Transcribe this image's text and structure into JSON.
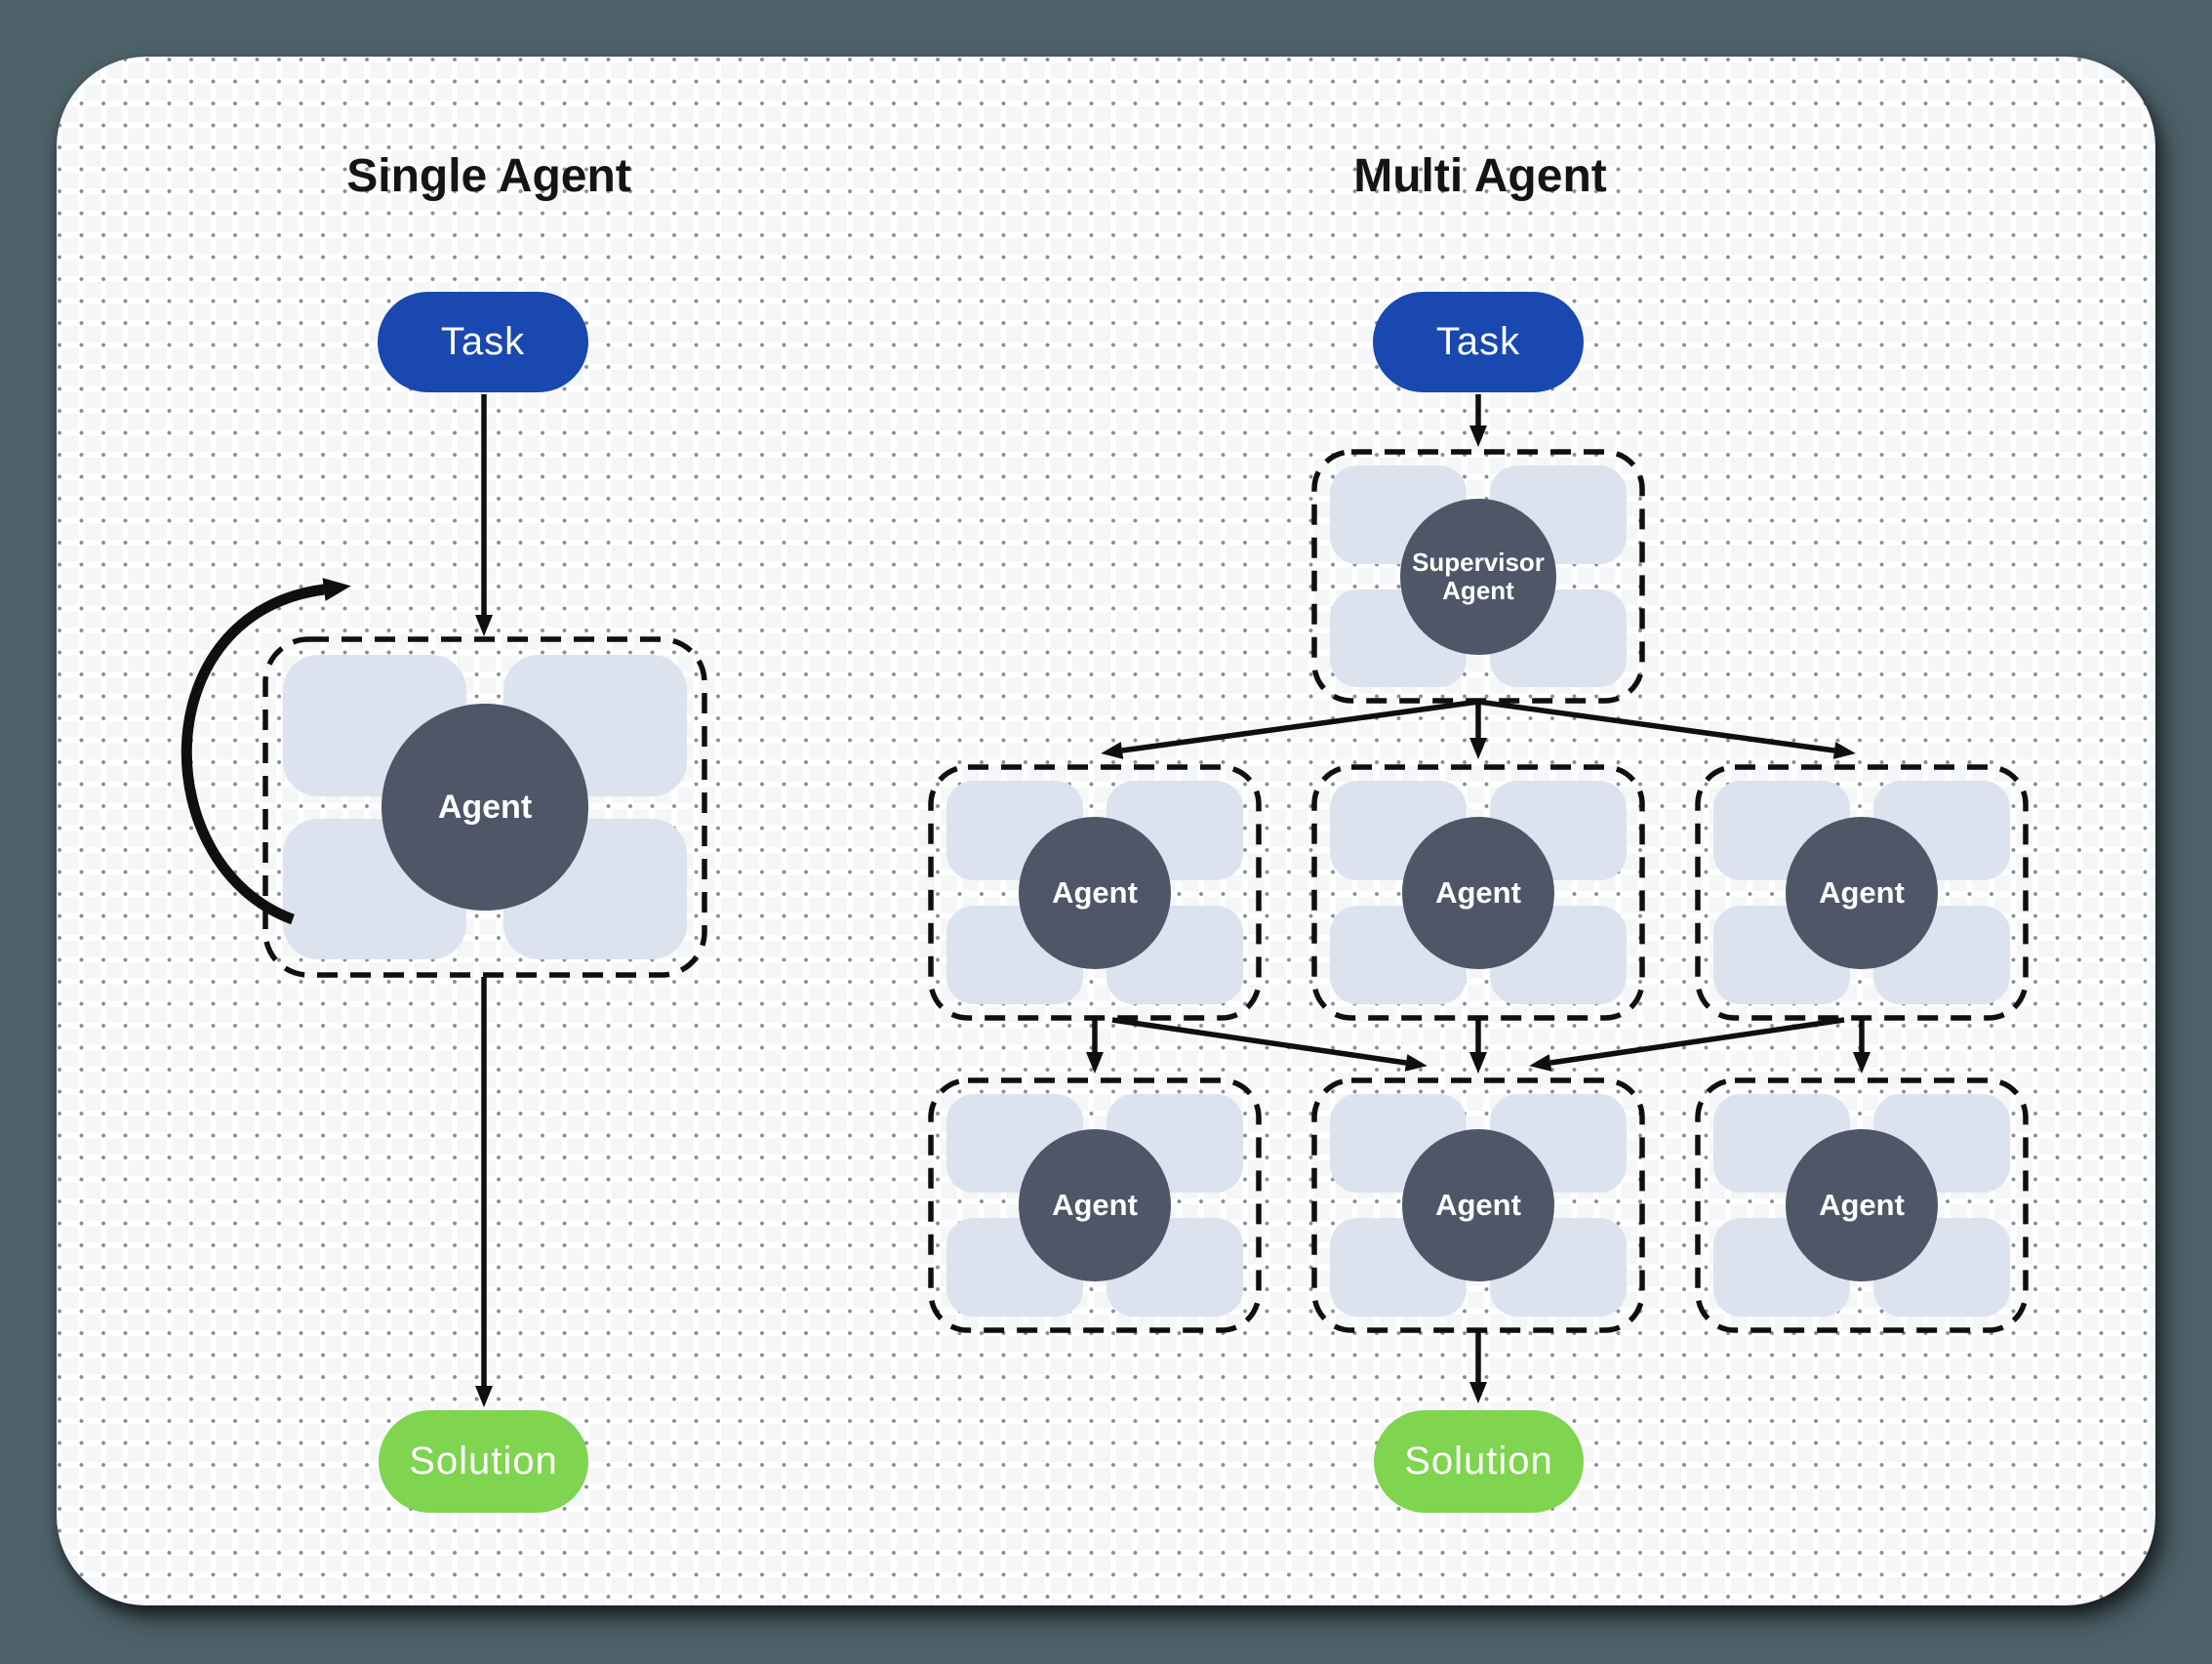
{
  "colors": {
    "outer_background": "#4d6169",
    "canvas_card": "#f5f6f8",
    "task_pill": "#1848b0",
    "solution_pill": "#7fd450",
    "agent_circle": "#4e5667",
    "tool_chip": "#dce3ee",
    "stroke": "#0f0f10"
  },
  "single": {
    "title": "Single Agent",
    "task_label": "Task",
    "agent_label": "Agent",
    "solution_label": "Solution"
  },
  "multi": {
    "title": "Multi Agent",
    "task_label": "Task",
    "supervisor_line1": "Supervisor",
    "supervisor_line2": "Agent",
    "row1": [
      "Agent",
      "Agent",
      "Agent"
    ],
    "row2": [
      "Agent",
      "Agent",
      "Agent"
    ],
    "solution_label": "Solution"
  }
}
